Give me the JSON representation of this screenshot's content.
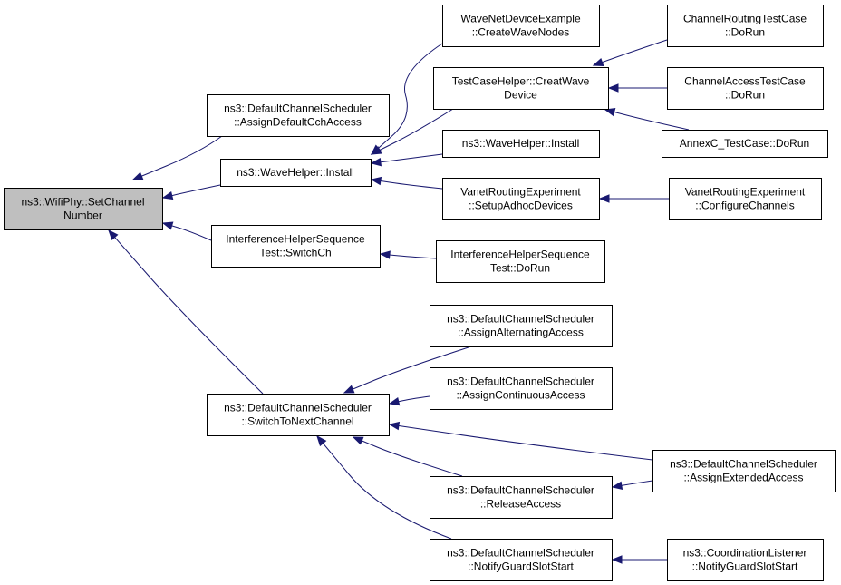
{
  "diagram": {
    "type": "call-graph",
    "nodes": [
      {
        "id": "root",
        "lines": [
          "ns3::WifiPhy::SetChannel",
          "Number"
        ],
        "highlighted": true
      },
      {
        "id": "dcs_assign_default",
        "lines": [
          "ns3::DefaultChannelScheduler",
          "::AssignDefaultCchAccess"
        ]
      },
      {
        "id": "wavehelper_install_main",
        "lines": [
          "ns3::WaveHelper::Install"
        ]
      },
      {
        "id": "ihst_switchch",
        "lines": [
          "InterferenceHelperSequence",
          "Test::SwitchCh"
        ]
      },
      {
        "id": "dcs_switch_next",
        "lines": [
          "ns3::DefaultChannelScheduler",
          "::SwitchToNextChannel"
        ]
      },
      {
        "id": "wnde_create",
        "lines": [
          "WaveNetDeviceExample",
          "::CreateWaveNodes"
        ]
      },
      {
        "id": "tch_creat",
        "lines": [
          "TestCaseHelper::CreatWave",
          "Device"
        ]
      },
      {
        "id": "wavehelper_install_2",
        "lines": [
          "ns3::WaveHelper::Install"
        ]
      },
      {
        "id": "vre_setup",
        "lines": [
          "VanetRoutingExperiment",
          "::SetupAdhocDevices"
        ]
      },
      {
        "id": "ihst_dorun",
        "lines": [
          "InterferenceHelperSequence",
          "Test::DoRun"
        ]
      },
      {
        "id": "crtc_dorun",
        "lines": [
          "ChannelRoutingTestCase",
          "::DoRun"
        ]
      },
      {
        "id": "catc_dorun",
        "lines": [
          "ChannelAccessTestCase",
          "::DoRun"
        ]
      },
      {
        "id": "annexc_dorun",
        "lines": [
          "AnnexC_TestCase::DoRun"
        ]
      },
      {
        "id": "vre_configure",
        "lines": [
          "VanetRoutingExperiment",
          "::ConfigureChannels"
        ]
      },
      {
        "id": "dcs_alternating",
        "lines": [
          "ns3::DefaultChannelScheduler",
          "::AssignAlternatingAccess"
        ]
      },
      {
        "id": "dcs_continuous",
        "lines": [
          "ns3::DefaultChannelScheduler",
          "::AssignContinuousAccess"
        ]
      },
      {
        "id": "dcs_release",
        "lines": [
          "ns3::DefaultChannelScheduler",
          "::ReleaseAccess"
        ]
      },
      {
        "id": "dcs_notify",
        "lines": [
          "ns3::DefaultChannelScheduler",
          "::NotifyGuardSlotStart"
        ]
      },
      {
        "id": "dcs_extended",
        "lines": [
          "ns3::DefaultChannelScheduler",
          "::AssignExtendedAccess"
        ]
      },
      {
        "id": "cl_notify",
        "lines": [
          "ns3::CoordinationListener",
          "::NotifyGuardSlotStart"
        ]
      }
    ],
    "edges": [
      {
        "from": "dcs_assign_default",
        "to": "root"
      },
      {
        "from": "wavehelper_install_main",
        "to": "root"
      },
      {
        "from": "ihst_switchch",
        "to": "root"
      },
      {
        "from": "dcs_switch_next",
        "to": "root"
      },
      {
        "from": "wnde_create",
        "to": "wavehelper_install_main"
      },
      {
        "from": "tch_creat",
        "to": "wavehelper_install_main"
      },
      {
        "from": "wavehelper_install_2",
        "to": "wavehelper_install_main"
      },
      {
        "from": "vre_setup",
        "to": "wavehelper_install_main"
      },
      {
        "from": "crtc_dorun",
        "to": "tch_creat"
      },
      {
        "from": "catc_dorun",
        "to": "tch_creat"
      },
      {
        "from": "annexc_dorun",
        "to": "tch_creat"
      },
      {
        "from": "vre_configure",
        "to": "vre_setup"
      },
      {
        "from": "ihst_dorun",
        "to": "ihst_switchch"
      },
      {
        "from": "dcs_alternating",
        "to": "dcs_switch_next"
      },
      {
        "from": "dcs_continuous",
        "to": "dcs_switch_next"
      },
      {
        "from": "dcs_extended",
        "to": "dcs_switch_next"
      },
      {
        "from": "dcs_release",
        "to": "dcs_switch_next"
      },
      {
        "from": "dcs_notify",
        "to": "dcs_switch_next"
      },
      {
        "from": "dcs_extended",
        "to": "dcs_release"
      },
      {
        "from": "cl_notify",
        "to": "dcs_notify"
      }
    ],
    "colors": {
      "edge": "#191970",
      "node_border": "#000000",
      "node_fill": "#ffffff",
      "root_fill": "#bfbfbf"
    }
  }
}
